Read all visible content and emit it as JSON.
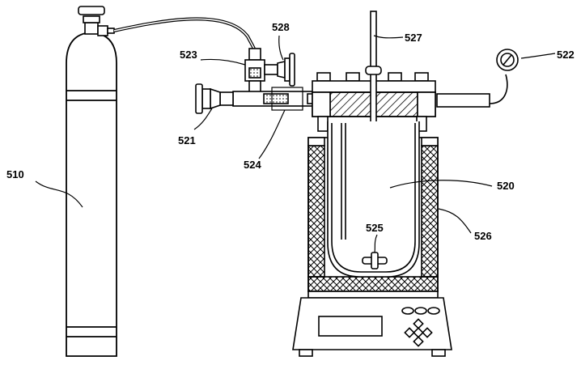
{
  "labels": {
    "cylinder": "510",
    "reactor": "520",
    "inlet_valve": "521",
    "pressure_gauge": "522",
    "vent_valve": "523",
    "pipe_joint": "524",
    "stirrer_bar": "525",
    "insulation_jacket": "526",
    "thermometer": "527",
    "cylinder_valve": "528"
  },
  "colors": {
    "line": "#000000",
    "fill": "#ffffff",
    "hatch": "#000000"
  }
}
